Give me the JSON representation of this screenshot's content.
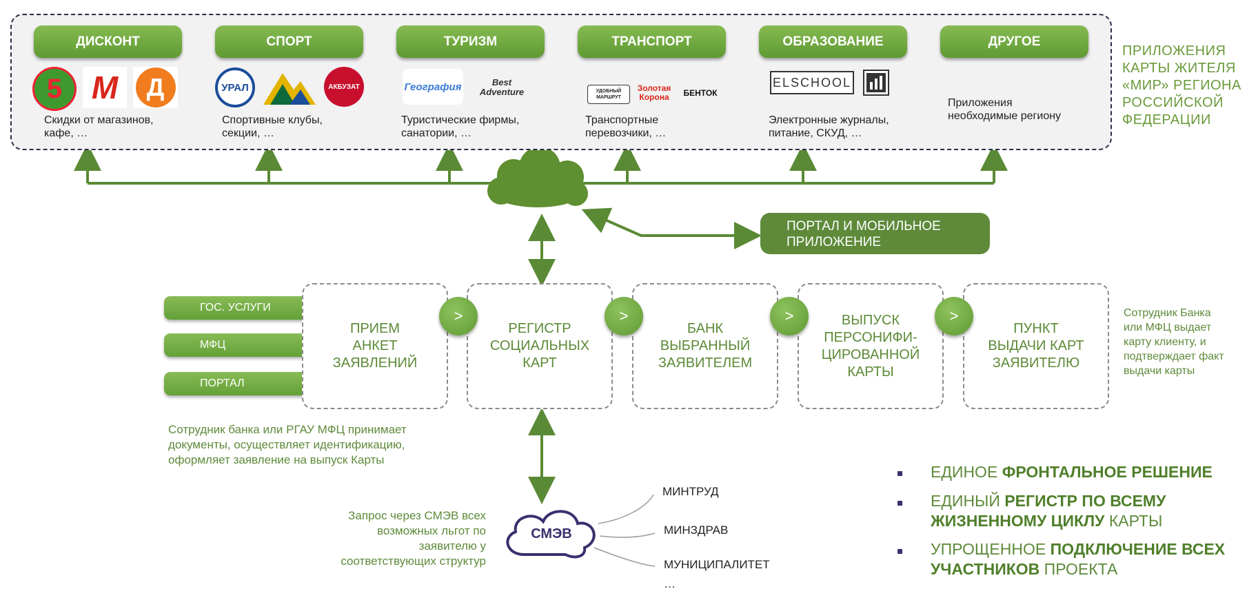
{
  "categories": [
    {
      "label": "ДИСКОНТ",
      "desc": "Скидки от магазинов,\nкафе, …"
    },
    {
      "label": "СПОРТ",
      "desc": "Спортивные клубы,\nсекции, …"
    },
    {
      "label": "ТУРИЗМ",
      "desc": "Туристические фирмы,\nсанатории, …"
    },
    {
      "label": "ТРАНСПОРТ",
      "desc": "Транспортные\nперевозчики, …"
    },
    {
      "label": "ОБРАЗОВАНИЕ",
      "desc": "Электронные журналы,\nпитание, СКУД, …"
    },
    {
      "label": "ДРУГОЕ",
      "desc": "Приложения\nнеобходимые региону"
    }
  ],
  "logos": {
    "pyaterochka": "5",
    "magnit": "М",
    "dixy": "Д",
    "ural": "УРАЛ",
    "akbuzat": "АКБУЗАТ",
    "geography": "География",
    "best_adventure": "Best Adventure",
    "udobny_marshrut": "УДОБНЫЙ МАРШРУТ",
    "zolotaya_korona": "Золотая Корона",
    "bentok": "БЕНТОК",
    "elschool": "ELSCHOOL"
  },
  "side_title": "ПРИЛОЖЕНИЯ\nКАРТЫ ЖИТЕЛЯ\n«МИР» РЕГИОНА\nРОССИЙСКОЙ\nФЕДЕРАЦИИ",
  "portal_pill": "ПОРТАЛ И МОБИЛЬНОЕ\nПРИЛОЖЕНИЕ",
  "sources": [
    "ГОС. УСЛУГИ",
    "МФЦ",
    "ПОРТАЛ"
  ],
  "steps": [
    "ПРИЕМ\nАНКЕТ\nЗАЯВЛЕНИЙ",
    "РЕГИСТР\nСОЦИАЛЬНЫХ\nКАРТ",
    "БАНК\nВЫБРАННЫЙ\nЗАЯВИТЕЛЕМ",
    "ВЫПУСК\nПЕРСОНИФИ-\nЦИРОВАННОЙ\nКАРТЫ",
    "ПУНКТ\nВЫДАЧИ КАРТ\nЗАЯВИТЕЛЮ"
  ],
  "chevron_symbol": ">",
  "note_bank_issue": "Сотрудник Банка\nили МФЦ выдает\nкарту клиенту, и\nподтверждает факт\nвыдачи карты",
  "note_bank_accept": "Сотрудник банка или РГАУ МФЦ принимает\nдокументы, осуществляет идентификацию,\nоформляет заявление на выпуск Карты",
  "smev_label": "СМЭВ",
  "smev_note": "Запрос через СМЭВ  всех\nвозможных льгот по\nзаявителю у\nсоответствующих  структур",
  "organizations": [
    "МИНТРУД",
    "МИНЗДРАВ",
    "МУНИЦИПАЛИТЕТ",
    "…"
  ],
  "bullets": [
    {
      "plain1": "ЕДИНОЕ ",
      "bold1": "ФРОНТАЛЬНОЕ РЕШЕНИЕ",
      "plain2": ""
    },
    {
      "plain1": "ЕДИНЫЙ ",
      "bold1": "РЕГИСТР ПО ВСЕМУ ЖИЗНЕННОМУ ЦИКЛУ",
      "plain2": " КАРТЫ"
    },
    {
      "plain1": "УПРОЩЕННОЕ ",
      "bold1": "ПОДКЛЮЧЕНИЕ ВСЕХ УЧАСТНИКОВ",
      "plain2": " ПРОЕКТА"
    }
  ],
  "colors": {
    "green": "#6aa33c",
    "dark_green": "#5e8a3a",
    "purple": "#3b2f6e",
    "line": "#5a8a35"
  }
}
